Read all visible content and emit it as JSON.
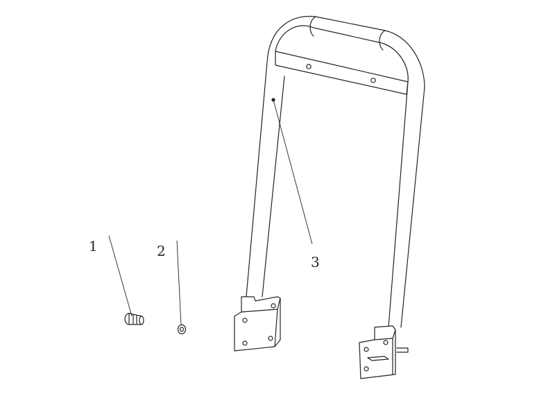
{
  "diagram": {
    "callouts": [
      {
        "id": "1",
        "label": "1",
        "part": "bolt"
      },
      {
        "id": "2",
        "label": "2",
        "part": "washer"
      },
      {
        "id": "3",
        "label": "3",
        "part": "handle-frame"
      }
    ]
  },
  "colors": {
    "line": "#222222",
    "background": "#ffffff",
    "part_fill": "#ffffff"
  }
}
